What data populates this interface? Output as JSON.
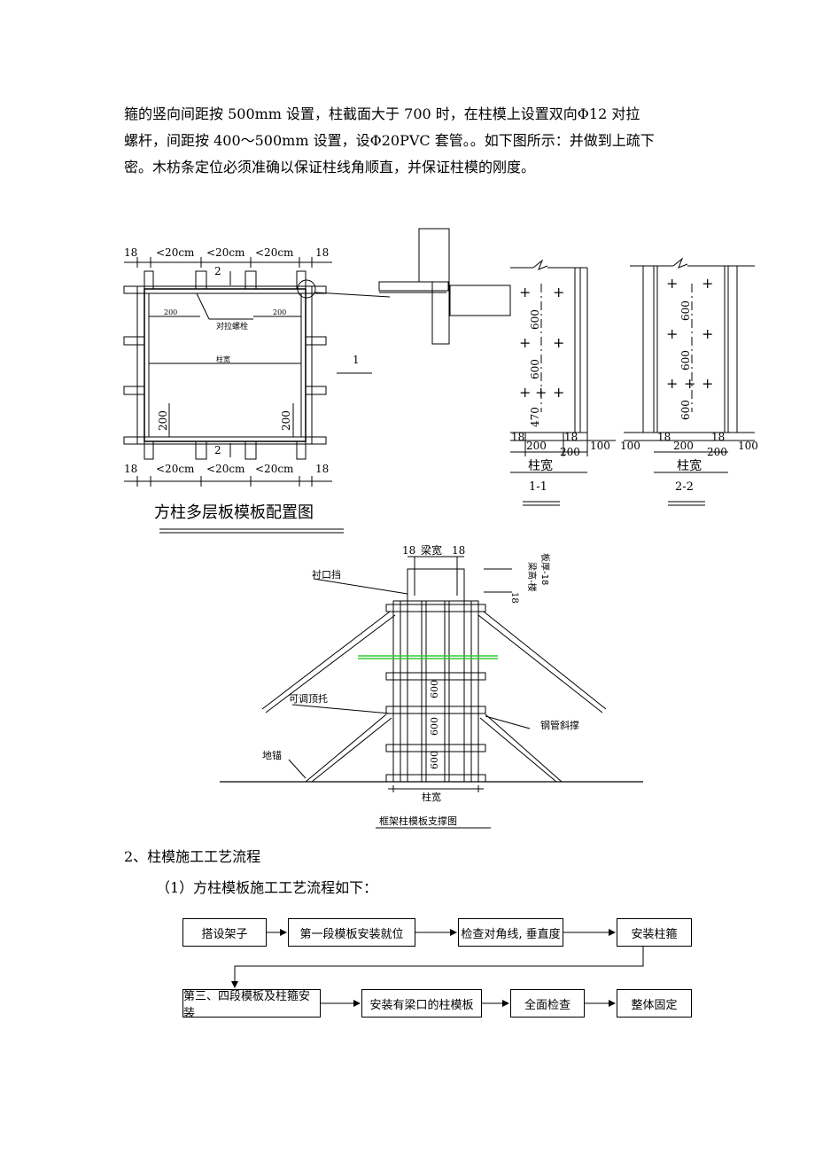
{
  "intro": {
    "line1": "箍的竖向间距按 500mm 设置，柱截面大于 700 时，在柱模上设置双向Φ12 对拉",
    "line2": "螺杆，间距按 400～500mm 设置，设Φ20PVC 套管。。如下图所示：并做到上疏下",
    "line3": "密。木枋条定位必须准确以保证柱线角顺直，并保证柱模的刚度。"
  },
  "fig1": {
    "title": "方柱多层板模板配置图",
    "dim_18": "18",
    "dim_20cm": "<20cm",
    "dim_200": "200",
    "label_2": "2",
    "label_bolt": "对拉螺栓",
    "label_width": "柱宽",
    "label_1": "1",
    "sec11": {
      "dims": [
        "600",
        "600",
        "470"
      ],
      "bottom": [
        "18",
        "200",
        "18",
        "200",
        "100"
      ],
      "width": "柱宽",
      "name": "1-1"
    },
    "sec22": {
      "dims": [
        "600",
        "600",
        "600"
      ],
      "bottom": [
        "100",
        "18",
        "200",
        "18",
        "200",
        "100"
      ],
      "width": "柱宽",
      "name": "2-2"
    }
  },
  "fig2": {
    "title": "框架柱模板支撑图",
    "beam_width": "梁宽",
    "d18": "18",
    "lining": "衬口挡",
    "beam_height": "梁高-楼",
    "slab_thick": "板厚-18",
    "jack": "可调顶托",
    "anchor": "地锚",
    "brace": "钢管斜撑",
    "spacing": "600",
    "col_width": "柱宽"
  },
  "section2": {
    "heading": "2、柱模施工工艺流程",
    "sub": "（1）方柱模板施工工艺流程如下："
  },
  "flow": {
    "s1": "搭设架子",
    "s2": "第一段模板安装就位",
    "s3": "检查对角线, 垂直度",
    "s4": "安装柱箍",
    "s5": "第三、四段模板及柱箍安装",
    "s6": "安装有梁口的柱模板",
    "s7": "全面检查",
    "s8": "整体固定"
  },
  "colors": {
    "ink": "#000000",
    "marker": "#33cc33"
  }
}
